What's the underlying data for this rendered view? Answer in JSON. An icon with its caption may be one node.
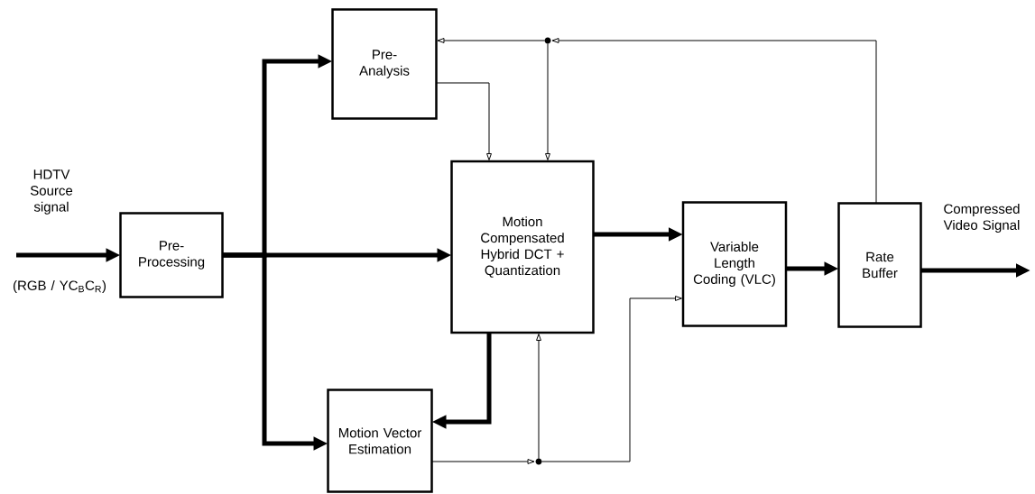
{
  "diagram": {
    "nodes": [
      {
        "text": [
          "Pre-Processing"
        ]
      },
      {
        "text": [
          "Pre-Analysis"
        ]
      },
      {
        "text": [
          "Motion Compensated Hybrid DCT + Quantization"
        ]
      },
      {
        "text": [
          "Motion Vector Estimation"
        ]
      },
      {
        "text": [
          "Variable Length Coding (VLC)"
        ]
      },
      {
        "text": [
          "Rate Buffer"
        ]
      },
      {
        "text": [],
        "shape": "circle"
      },
      {
        "text": [],
        "shape": "circle"
      }
    ],
    "edges": [
      {
        "from": null,
        "to": 0,
        "arrow": "to"
      },
      {
        "from": 0,
        "to": 2,
        "arrow": "to"
      },
      {
        "from": 0,
        "to": 1,
        "arrow": "to"
      },
      {
        "from": 0,
        "to": 3,
        "arrow": "to"
      },
      {
        "from": 1,
        "to": 2,
        "arrow": "to"
      },
      {
        "from": 2,
        "to": 3,
        "arrow": "to"
      },
      {
        "from": 2,
        "to": 4,
        "arrow": "to"
      },
      {
        "from": 4,
        "to": 5,
        "arrow": "to"
      },
      {
        "from": 5,
        "to": null,
        "arrow": "to"
      },
      {
        "from": 5,
        "to": 6,
        "arrow": "to"
      },
      {
        "from": 6,
        "to": 1,
        "arrow": "to"
      },
      {
        "from": 6,
        "to": 2,
        "arrow": "to"
      },
      {
        "from": 3,
        "to": 7,
        "arrow": "to"
      },
      {
        "from": 7,
        "to": 2,
        "arrow": "to"
      },
      {
        "from": 7,
        "to": 4,
        "arrow": "to"
      }
    ],
    "labels": [
      "HDTV Source signal",
      "(RGB / YC$_{B}$C$_{R}$)",
      "Compressed Video Signal"
    ]
  }
}
